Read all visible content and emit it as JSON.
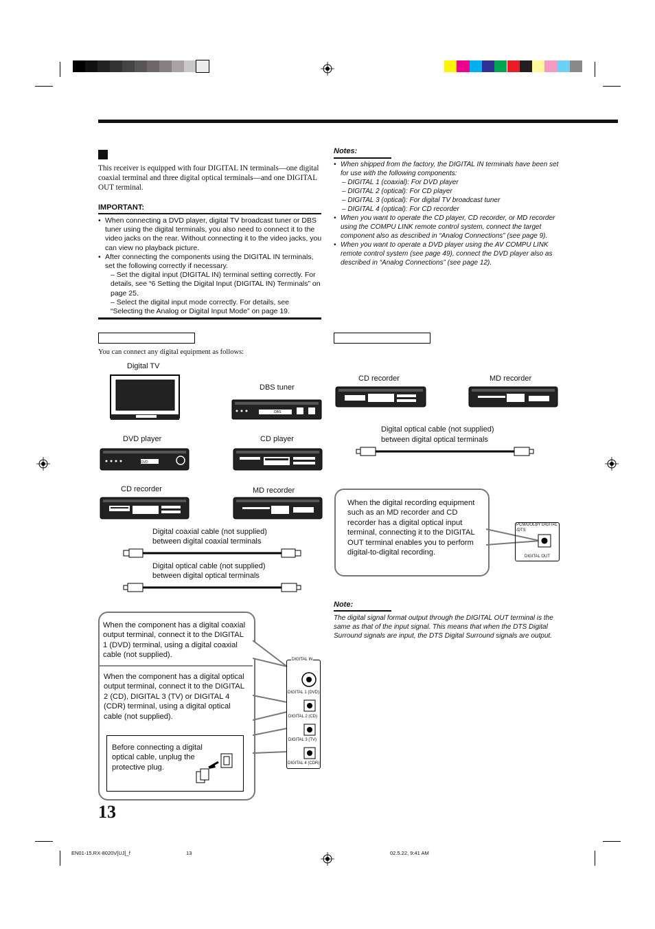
{
  "intro": "This receiver is equipped with four DIGITAL IN terminals—one digital coaxial terminal and three digital optical terminals—and one DIGITAL OUT terminal.",
  "important": {
    "heading": "IMPORTANT:",
    "items": [
      "When connecting a DVD player, digital TV broadcast tuner or DBS tuner using the digital terminals, you also need to connect it to the video jacks on the rear. Without connecting it to the video jacks, you can view no playback picture.",
      "After connecting the components using the DIGITAL IN terminals, set the following correctly if necessary."
    ],
    "sub_items": [
      "– Set the digital input (DIGITAL IN) terminal setting correctly. For details, see “6 Setting the Digital Input (DIGITAL IN) Terminals” on page 25.",
      "– Select the digital input mode correctly. For details, see “Selecting the Analog or Digital Input Mode” on page 19."
    ]
  },
  "notes": {
    "heading": "Notes:",
    "item1_lead": "When shipped from the factory, the DIGITAL IN terminals have been set for use with the following components:",
    "item1_subs": [
      "– DIGITAL 1 (coaxial): For DVD player",
      "– DIGITAL 2 (optical): For CD player",
      "– DIGITAL 3 (optical): For digital TV broadcast tuner",
      "– DIGITAL 4 (optical): For CD recorder"
    ],
    "item2": "When you want to operate the CD player, CD recorder, or MD recorder using the COMPU LINK remote control system, connect the target component also as described in “Analog Connections” (see page 9).",
    "item3": "When you want to operate a DVD player using the AV COMPU LINK remote control system (see page 49), connect the DVD player also as described in “Analog Connections” (see page 12)."
  },
  "left_intro": "You can connect any digital equipment as follows:",
  "devices": {
    "digital_tv": "Digital TV",
    "dbs_tuner": "DBS tuner",
    "dvd_player": "DVD player",
    "cd_player": "CD player",
    "cd_recorder": "CD recorder",
    "md_recorder": "MD recorder",
    "dbs_badge": "DBS",
    "dvd_badge": "DVD"
  },
  "cables": {
    "coax": "Digital coaxial cable (not supplied)\nbetween digital coaxial terminals",
    "optical": "Digital optical cable (not supplied)\nbetween digital optical terminals"
  },
  "left_bubble": {
    "coax_text": "When the component has a digital coaxial output terminal, connect it to the DIGITAL 1 (DVD) terminal, using a digital coaxial cable (not supplied).",
    "optical_text": "When the component has a digital optical output terminal, connect it to the DIGITAL 2 (CD), DIGITAL 3 (TV) or DIGITAL 4 (CDR) terminal, using a digital optical cable (not supplied).",
    "plug_text": "Before connecting a digital optical cable, unplug the protective plug."
  },
  "terminal_panel": {
    "title": "DIGITAL IN",
    "labels": [
      "DIGITAL 1 (DVD)",
      "DIGITAL 2 (CD)",
      "DIGITAL 3 (TV)",
      "DIGITAL 4 (CDR)"
    ]
  },
  "right_devices": {
    "cd_recorder": "CD recorder",
    "md_recorder": "MD recorder"
  },
  "right_cable": "Digital optical cable (not supplied)\nbetween digital optical terminals",
  "right_bubble": "When the digital recording equipment such as an MD recorder and CD recorder has a digital optical input terminal, connecting it to the DIGITAL OUT terminal enables you to perform digital-to-digital recording.",
  "out_panel": {
    "top": "PCM/DOLBY DIGITAL\n/DTS",
    "bottom": "DIGITAL OUT"
  },
  "note2": {
    "heading": "Note:",
    "text": "The digital signal format output through the DIGITAL OUT terminal is the same as that of the input signal. This means that when the DTS Digital Surround signals are input, the DTS Digital Surround signals are output."
  },
  "page_number": "13",
  "footer": {
    "file": "EN01-15.RX-8020V[UJ]_f",
    "page": "13",
    "date": "02.5.22, 9:41 AM"
  },
  "colors": {
    "gray_bar": [
      "#000000",
      "#111111",
      "#222222",
      "#333333",
      "#444444",
      "#5a5555",
      "#6e6868",
      "#858080",
      "#a8a2a2",
      "#cbc7c7",
      "#ececec"
    ],
    "color_bar": [
      "#fff200",
      "#ec008c",
      "#00aeef",
      "#2e3192",
      "#00a651",
      "#ed1c24",
      "#231f20",
      "#fff799",
      "#f49ac1",
      "#6dcff6",
      "#898989"
    ]
  }
}
